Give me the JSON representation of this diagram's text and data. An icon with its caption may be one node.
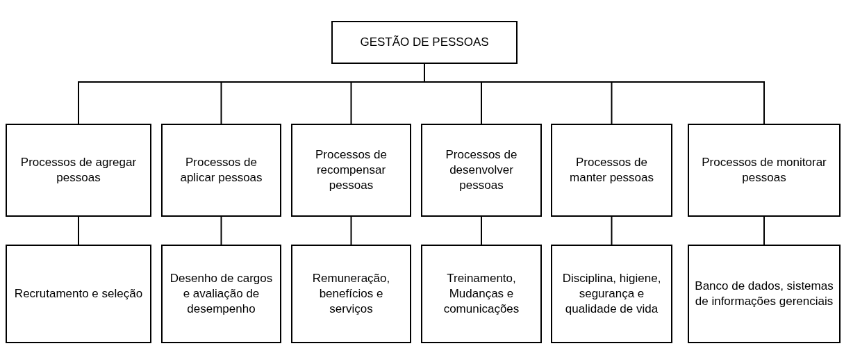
{
  "diagram": {
    "nodes": [
      {
        "text": [
          "GESTÃO DE PESSOAS"
        ]
      },
      {
        "text": [
          "Processos de agregar pessoas"
        ]
      },
      {
        "text": [
          "Processos de aplicar pessoas"
        ]
      },
      {
        "text": [
          "Processos de recompensar pessoas"
        ]
      },
      {
        "text": [
          "Processos de desenvolver pessoas"
        ]
      },
      {
        "text": [
          "Processos de manter pessoas"
        ]
      },
      {
        "text": [
          "Processos de monitorar pessoas"
        ]
      },
      {
        "text": [
          "Recrutamento e seleção"
        ]
      },
      {
        "text": [
          "Desenho de cargos e avaliação de desempenho"
        ]
      },
      {
        "text": [
          "Remuneração, benefícios e serviços"
        ]
      },
      {
        "text": [
          "Treinamento, Mudanças e comunicações"
        ]
      },
      {
        "text": [
          "Disciplina, higiene, segurança e qualidade de vida"
        ]
      },
      {
        "text": [
          "Banco de dados, sistemas de informações gerenciais"
        ]
      }
    ],
    "edges": [
      {
        "from": 0,
        "to": 1,
        "arrow": "none"
      },
      {
        "from": 0,
        "to": 2,
        "arrow": "none"
      },
      {
        "from": 0,
        "to": 3,
        "arrow": "none"
      },
      {
        "from": 0,
        "to": 4,
        "arrow": "none"
      },
      {
        "from": 0,
        "to": 5,
        "arrow": "none"
      },
      {
        "from": 0,
        "to": 6,
        "arrow": "none"
      },
      {
        "from": 1,
        "to": 7,
        "arrow": "none"
      },
      {
        "from": 2,
        "to": 8,
        "arrow": "none"
      },
      {
        "from": 3,
        "to": 9,
        "arrow": "none"
      },
      {
        "from": 4,
        "to": 10,
        "arrow": "none"
      },
      {
        "from": 5,
        "to": 11,
        "arrow": "none"
      },
      {
        "from": 6,
        "to": 12,
        "arrow": "none"
      }
    ]
  }
}
